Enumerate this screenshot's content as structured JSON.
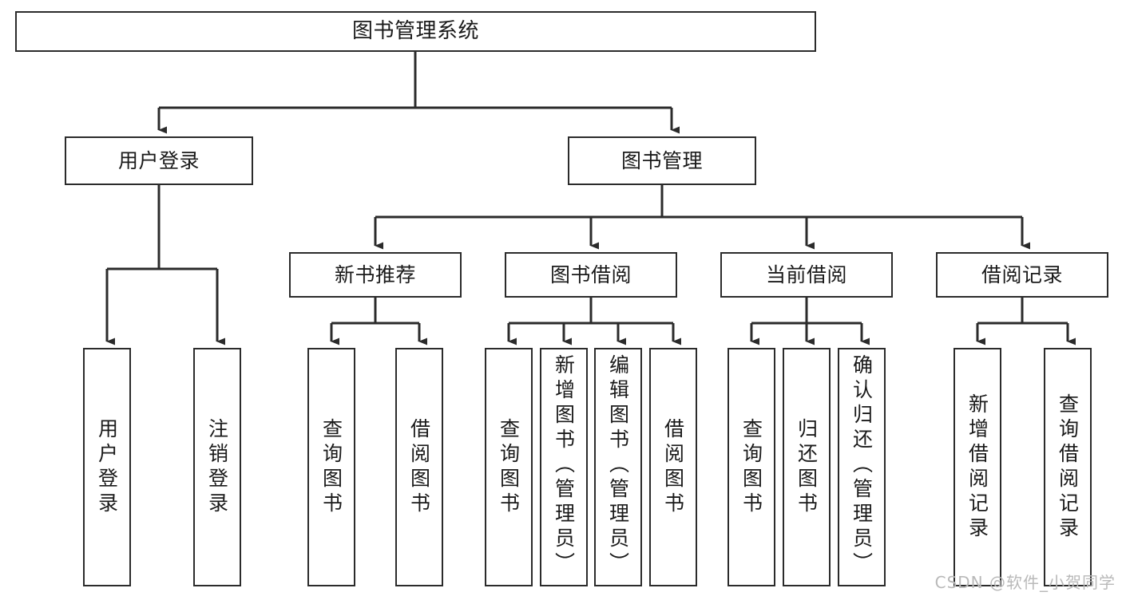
{
  "diagram": {
    "title": "图书管理系统",
    "type": "功能结构图",
    "colors": {
      "stroke": "#2b2b2b",
      "fill": "#ffffff",
      "text": "#1a1a1a",
      "watermark": "#b9b9b9"
    },
    "watermark": "CSDN @软件_小贺同学",
    "levels": {
      "root": {
        "label": "图书管理系统"
      },
      "level2": [
        {
          "label": "用户登录"
        },
        {
          "label": "图书管理"
        }
      ],
      "level3": [
        {
          "label": "新书推荐"
        },
        {
          "label": "图书借阅"
        },
        {
          "label": "当前借阅"
        },
        {
          "label": "借阅记录"
        }
      ],
      "leaves": {
        "user_login": [
          {
            "label": "用户登录"
          },
          {
            "label": "注销登录"
          }
        ],
        "new_book": [
          {
            "label": "查询图书"
          },
          {
            "label": "借阅图书"
          }
        ],
        "borrow_book": [
          {
            "label": "查询图书"
          },
          {
            "label": "新增图书（管理员）"
          },
          {
            "label": "编辑图书（管理员）"
          },
          {
            "label": "借阅图书"
          }
        ],
        "current_borrow": [
          {
            "label": "查询图书"
          },
          {
            "label": "归还图书"
          },
          {
            "label": "确认归还（管理员）"
          }
        ],
        "borrow_record": [
          {
            "label": "新增借阅记录"
          },
          {
            "label": "查询借阅记录"
          }
        ]
      }
    }
  }
}
